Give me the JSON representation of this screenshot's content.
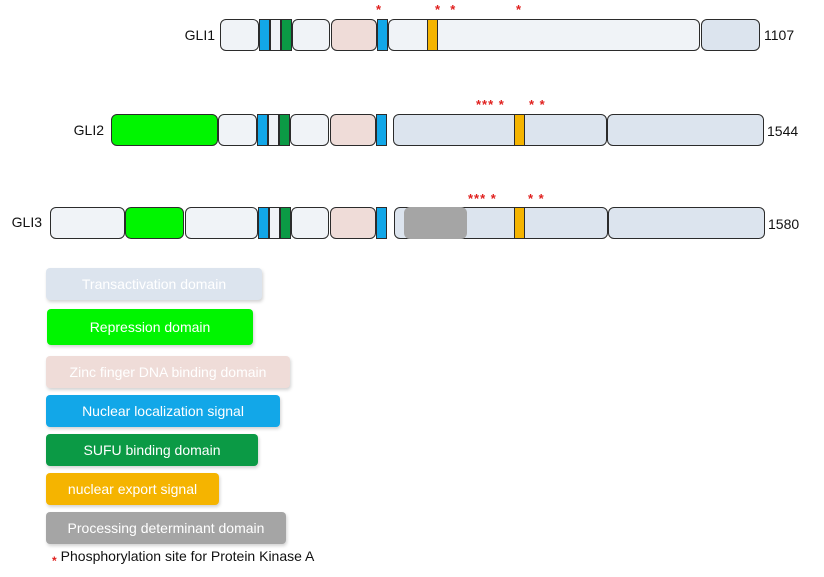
{
  "colors": {
    "transactivation": "#dce4ee",
    "repression": "#00f500",
    "zinc_finger": "#efdcd8",
    "nls": "#12a7e8",
    "sufu": "#0b9a45",
    "nes": "#f5b400",
    "processing": "#a5a5a5",
    "plain": "#f0f3f7",
    "star": "#e0201e"
  },
  "proteins": [
    {
      "name": "GLI1",
      "length": "1107",
      "stars": [
        "*",
        "*  *",
        "*"
      ]
    },
    {
      "name": "GLI2",
      "length": "1544",
      "stars": [
        "*** *",
        "* *"
      ]
    },
    {
      "name": "GLI3",
      "length": "1580",
      "stars": [
        "*** *",
        "* *"
      ]
    }
  ],
  "legend": [
    {
      "label": "Transactivation domain",
      "color_key": "transactivation"
    },
    {
      "label": "Repression domain",
      "color_key": "repression"
    },
    {
      "label": "Zinc finger DNA binding domain",
      "color_key": "zinc_finger"
    },
    {
      "label": "Nuclear localization signal",
      "color_key": "nls"
    },
    {
      "label": "SUFU binding domain",
      "color_key": "sufu"
    },
    {
      "label": "nuclear export signal",
      "color_key": "nes"
    },
    {
      "label": "Processing determinant domain",
      "color_key": "processing"
    }
  ],
  "footnote": {
    "star": "*",
    "text": "Phosphorylation site for Protein Kinase A"
  }
}
